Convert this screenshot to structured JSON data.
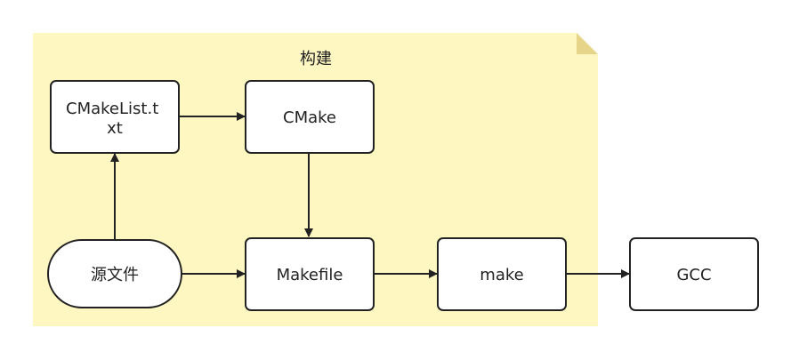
{
  "note": {
    "title": "构建",
    "fill_color": "#fff7c2",
    "fold_color": "#e6d588"
  },
  "nodes": {
    "cmakelist": {
      "label_line1": "CMakeList.t",
      "label_line2": "xt"
    },
    "cmake": {
      "label": "CMake"
    },
    "source": {
      "label": "源文件"
    },
    "makefile": {
      "label": "Makefile"
    },
    "make": {
      "label": "make"
    },
    "gcc": {
      "label": "GCC"
    }
  },
  "colors": {
    "node_fill": "#ffffff",
    "stroke": "#222222",
    "text": "#222222"
  }
}
